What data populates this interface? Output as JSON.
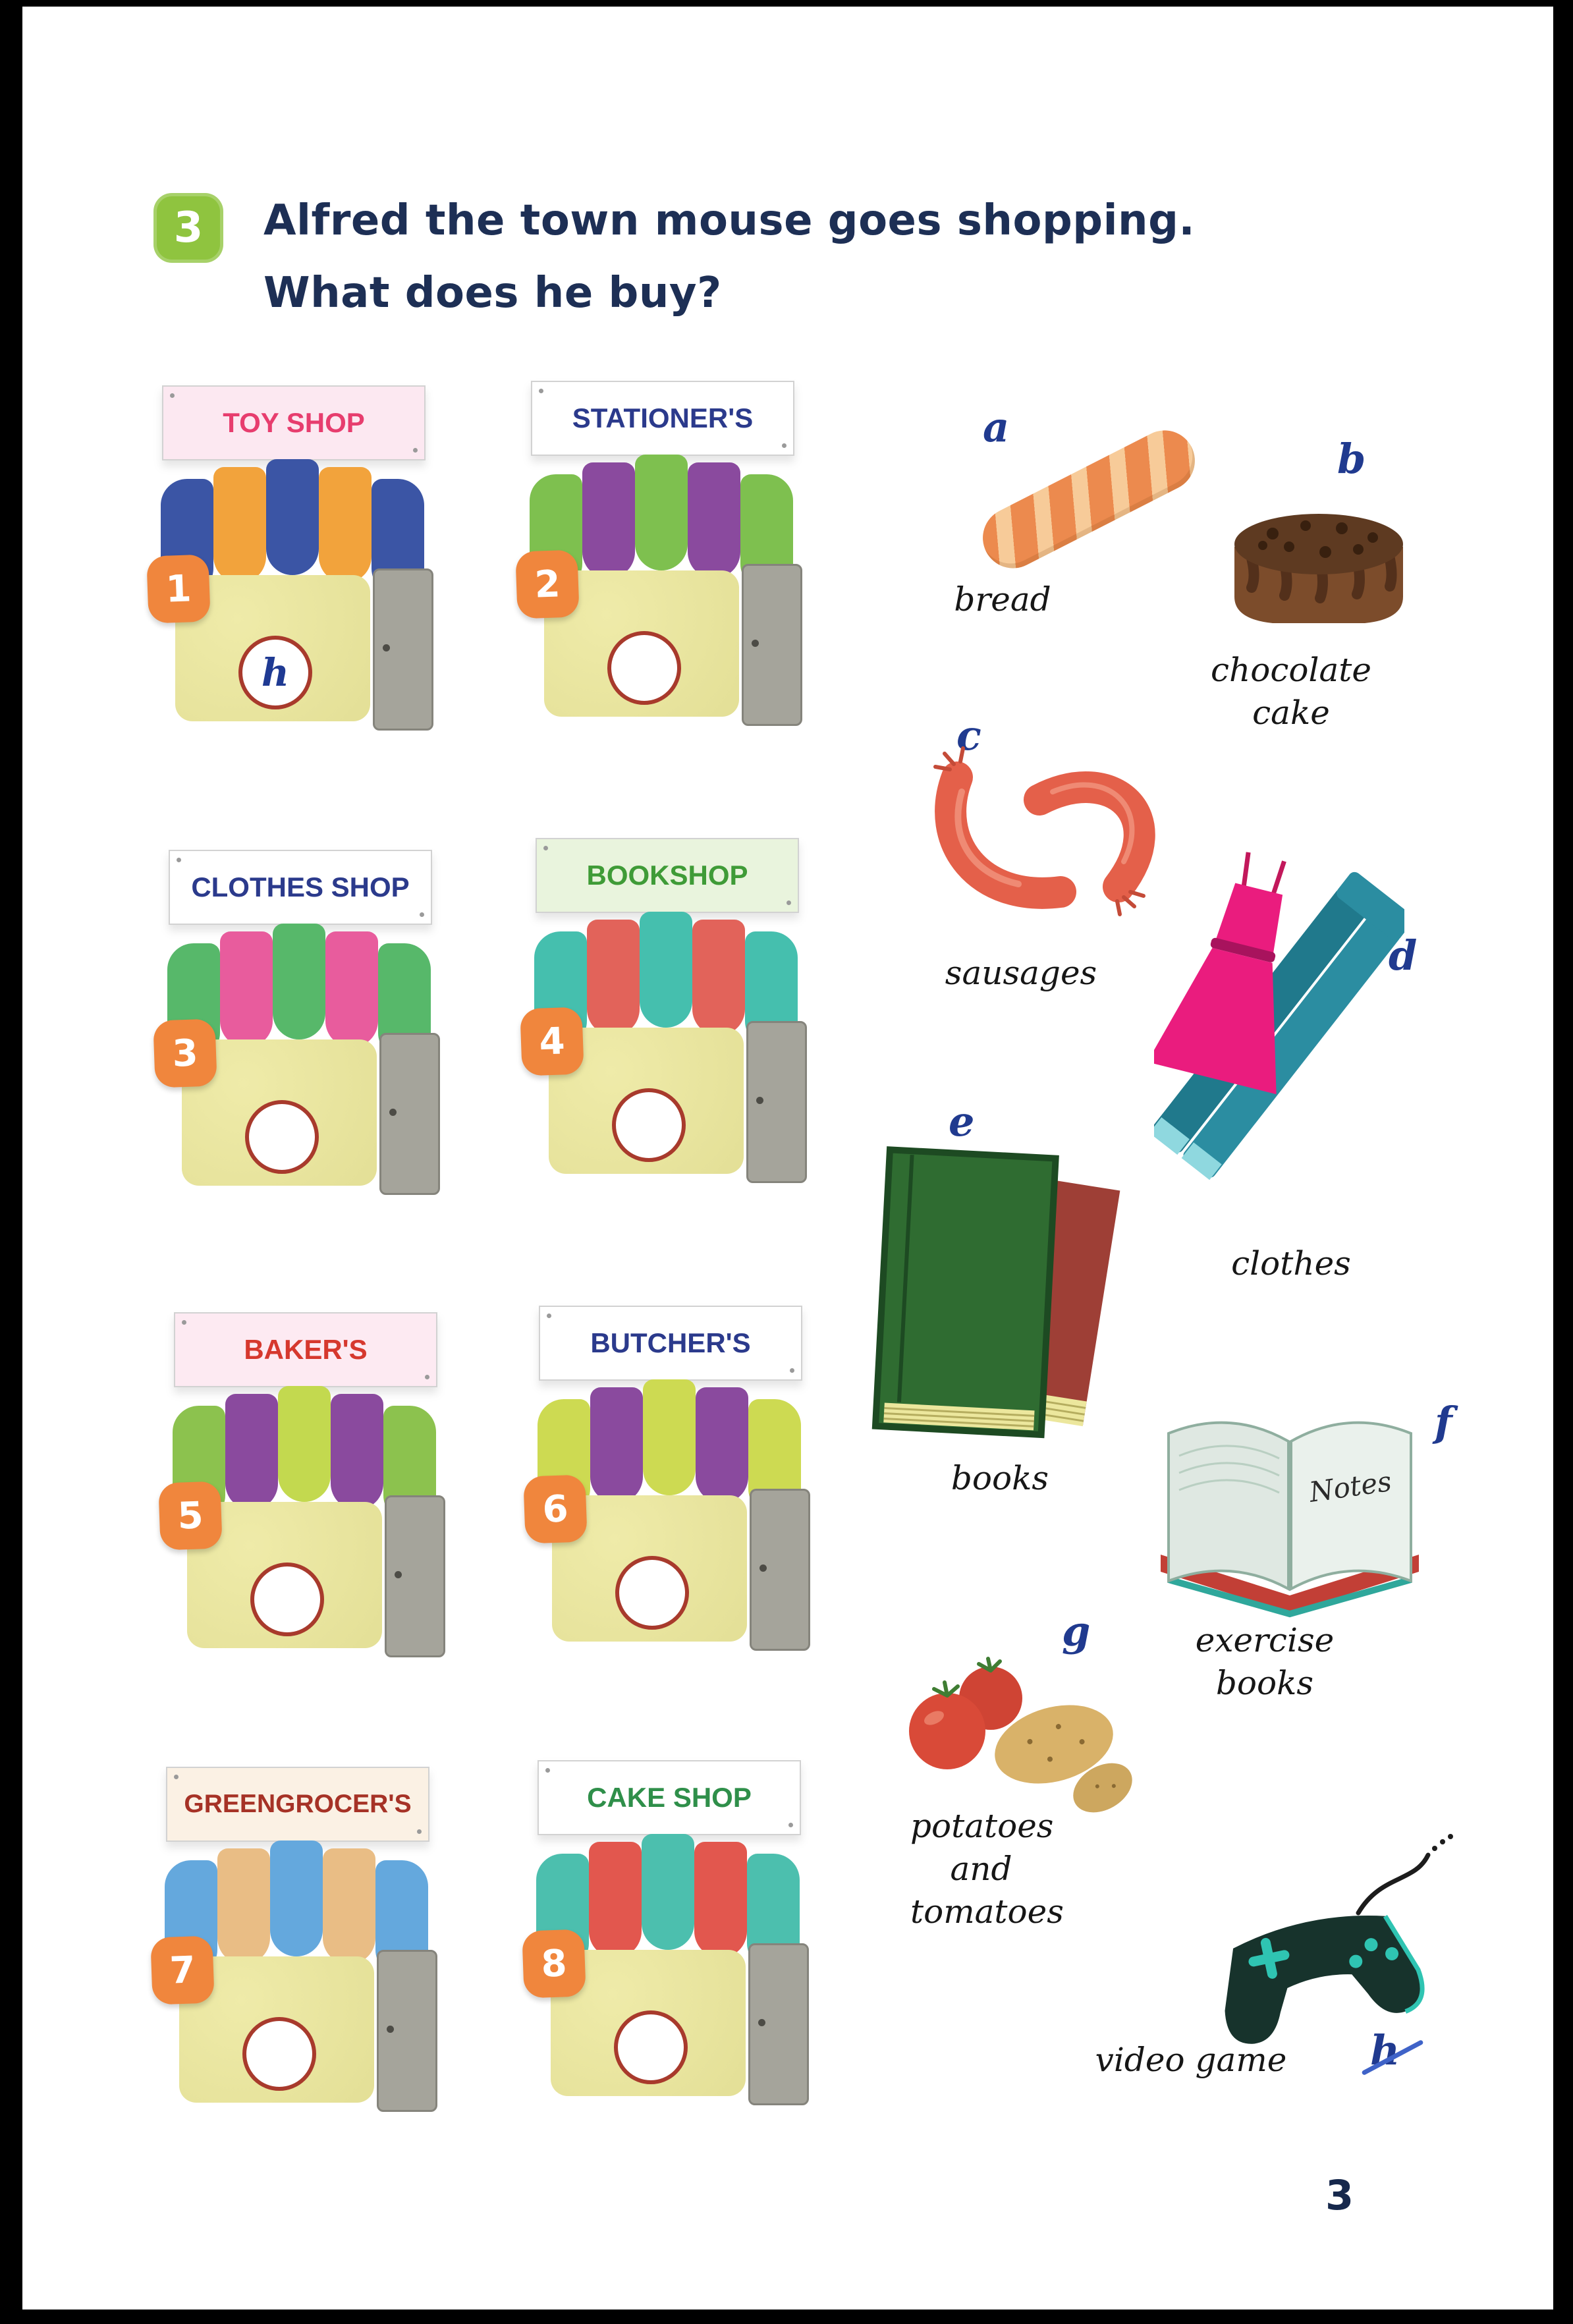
{
  "exercise": {
    "number": "3",
    "badge_color": "#8fc43f",
    "question_line1": "Alfred the town mouse goes shopping.",
    "question_line2": "What does he buy?"
  },
  "shops": [
    {
      "number": "1",
      "name": "TOY SHOP",
      "sign_bg": "#fce8f1",
      "name_color": "#e73d6e",
      "awning": [
        "#3b55a5",
        "#f2a33c",
        "#3b55a5",
        "#f2a33c",
        "#3b55a5"
      ],
      "answer": "h"
    },
    {
      "number": "2",
      "name": "STATIONER'S",
      "sign_bg": "#ffffff",
      "name_color": "#2b3a8c",
      "awning": [
        "#7ec04f",
        "#8a4a9e",
        "#7ec04f",
        "#8a4a9e",
        "#7ec04f"
      ],
      "answer": ""
    },
    {
      "number": "3",
      "name": "CLOTHES SHOP",
      "sign_bg": "#ffffff",
      "name_color": "#2b3a8c",
      "awning": [
        "#57b86a",
        "#e85c9d",
        "#57b86a",
        "#e85c9d",
        "#57b86a"
      ],
      "answer": ""
    },
    {
      "number": "4",
      "name": "BOOKSHOP",
      "sign_bg": "#e9f4dd",
      "name_color": "#3f9b37",
      "awning": [
        "#45bfae",
        "#e2635a",
        "#45bfae",
        "#e2635a",
        "#45bfae"
      ],
      "answer": ""
    },
    {
      "number": "5",
      "name": "BAKER'S",
      "sign_bg": "#fdeaf2",
      "name_color": "#d6382e",
      "awning": [
        "#8cc24e",
        "#8a4a9e",
        "#c3d94f",
        "#8a4a9e",
        "#8cc24e"
      ],
      "answer": ""
    },
    {
      "number": "6",
      "name": "BUTCHER'S",
      "sign_bg": "#ffffff",
      "name_color": "#2b3a8c",
      "awning": [
        "#cdda52",
        "#8a4a9e",
        "#cdda52",
        "#8a4a9e",
        "#cdda52"
      ],
      "answer": ""
    },
    {
      "number": "7",
      "name": "GREENGROCER'S",
      "sign_bg": "#fbf1e4",
      "name_color": "#a63226",
      "awning": [
        "#64a8dd",
        "#e9bd85",
        "#64a8dd",
        "#e9bd85",
        "#64a8dd"
      ],
      "answer": ""
    },
    {
      "number": "8",
      "name": "CAKE SHOP",
      "sign_bg": "#ffffff",
      "name_color": "#2f8f4a",
      "awning": [
        "#4cbfae",
        "#e2574e",
        "#4cbfae",
        "#e2574e",
        "#4cbfae"
      ],
      "answer": ""
    }
  ],
  "items": [
    {
      "letter": "a",
      "label": "bread"
    },
    {
      "letter": "b",
      "label": "chocolate cake"
    },
    {
      "letter": "c",
      "label": "sausages"
    },
    {
      "letter": "d",
      "label": "clothes"
    },
    {
      "letter": "e",
      "label": "books"
    },
    {
      "letter": "f",
      "label": "exercise books",
      "icon_text": "Notes"
    },
    {
      "letter": "g",
      "label": "potatoes and tomatoes"
    },
    {
      "letter": "h",
      "label": "video game",
      "struck": true
    }
  ],
  "page_number": "3"
}
